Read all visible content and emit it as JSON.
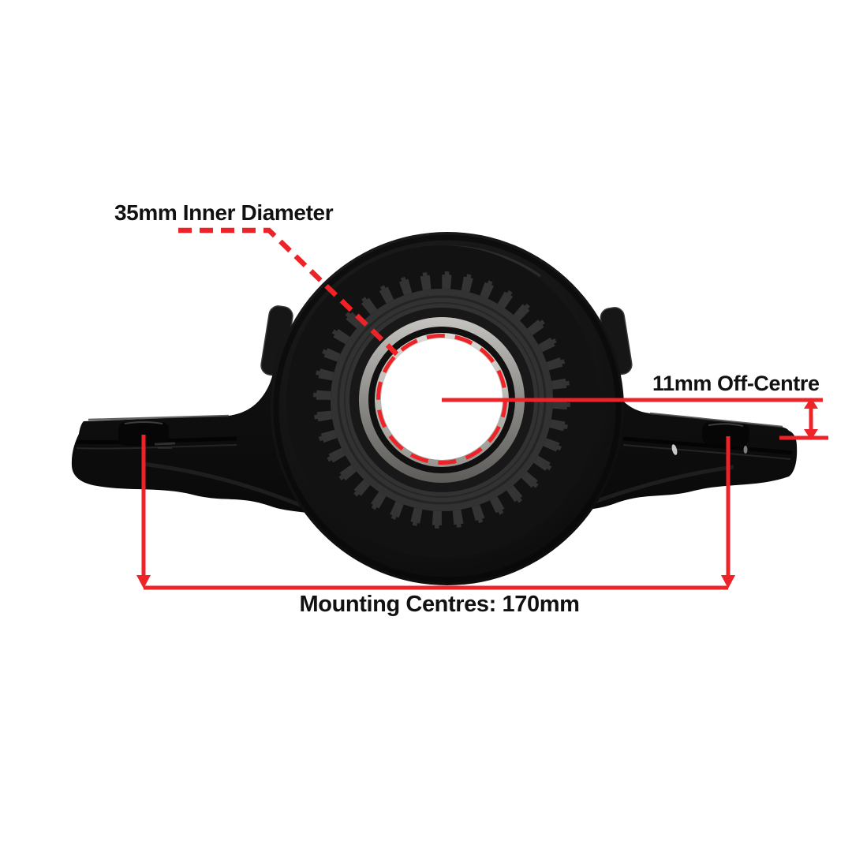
{
  "figure": {
    "subject": "driveshaft-centre-support-bearing",
    "components": [
      "left-mounting-bracket",
      "right-mounting-bracket",
      "rubber-housing",
      "splined-ring",
      "bearing-race",
      "centre-bore"
    ],
    "background": "#ffffff"
  },
  "annotations": {
    "inner_diameter": {
      "label": "35mm Inner Diameter",
      "value_mm": 35
    },
    "off_centre": {
      "label": "11mm Off-Centre",
      "value_mm": 11
    },
    "mounting_centres": {
      "label": "Mounting Centres: 170mm",
      "value_mm": 170
    },
    "line_color": "#ee2328",
    "text_color": "#111111"
  }
}
